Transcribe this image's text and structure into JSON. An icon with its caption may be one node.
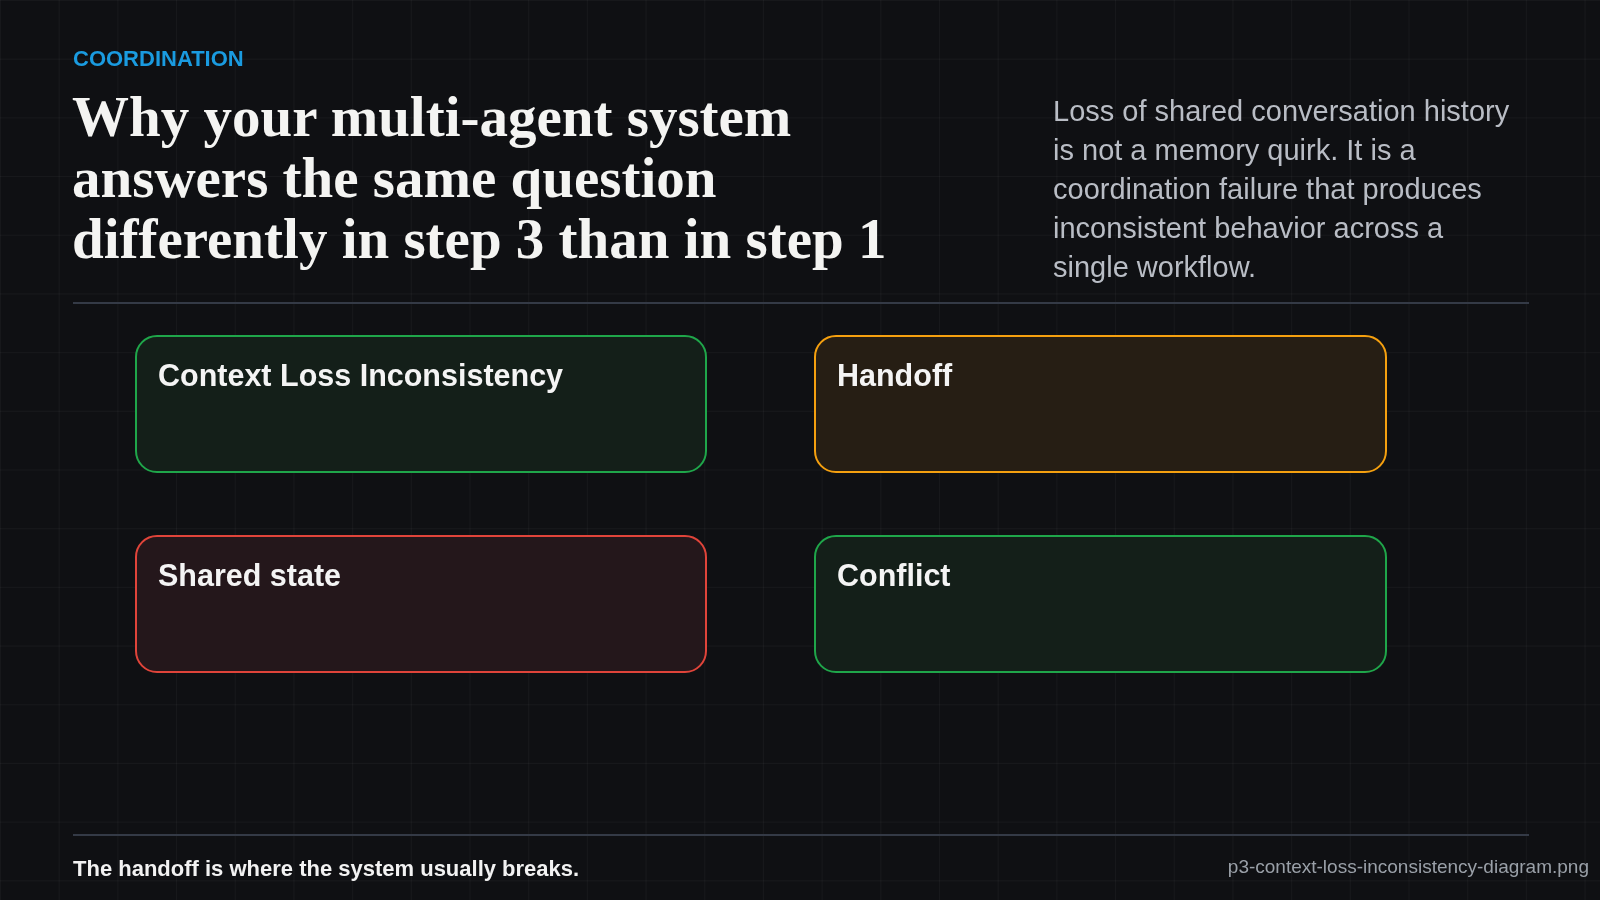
{
  "diagram": {
    "title": "Why your multi-agent system answers the same question differently in step 3 than in step 1",
    "caption": "The handoff is where the system usually breaks.",
    "nodes": [
      {
        "text": [
          "Context Loss Inconsistency"
        ]
      },
      {
        "text": [
          "Handoff"
        ]
      },
      {
        "text": [
          "Shared state"
        ]
      },
      {
        "text": [
          "Conflict"
        ]
      }
    ],
    "labels": [
      "COORDINATION",
      "Loss of shared conversation history is not a memory quirk. It is a coordination failure that produces inconsistent behavior across a single workflow.",
      "p3-context-loss-inconsistency-diagram.png"
    ]
  }
}
